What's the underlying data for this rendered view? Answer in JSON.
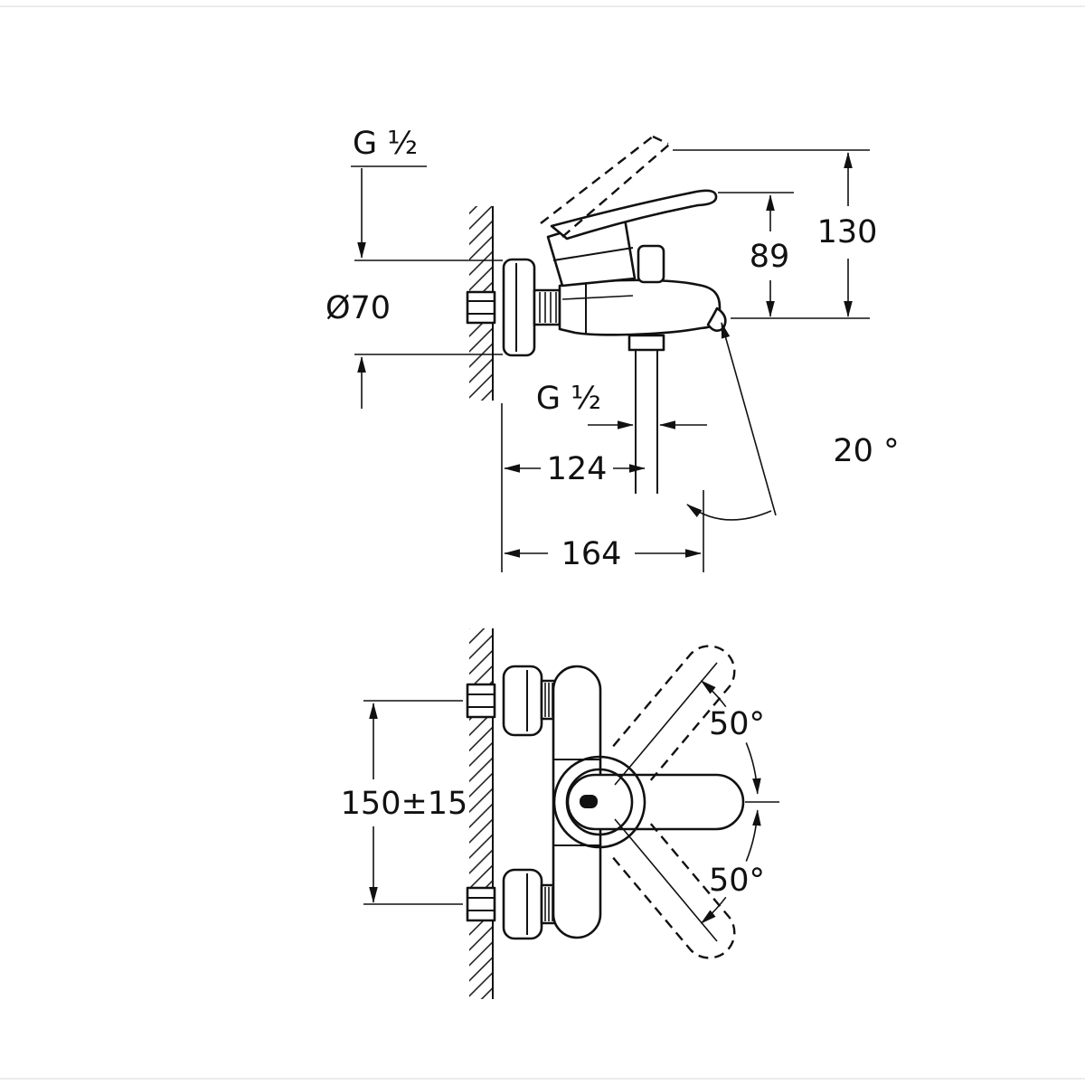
{
  "page": {
    "background": "#ffffff",
    "line_color": "#111111",
    "drawing_type": "bath-mixer-installation-dimensions"
  },
  "drawing": {
    "side": {
      "thread_top": "G ¹⁄₂",
      "diameter": "Ø70",
      "height_89": "89",
      "height_130": "130",
      "thread_bottom": "G ¹⁄₂",
      "depth_124": "124",
      "depth_164": "164",
      "spout_angle": "20 °"
    },
    "top": {
      "center_distance": "150±15",
      "angle_up": "50°",
      "angle_down": "50°"
    }
  }
}
